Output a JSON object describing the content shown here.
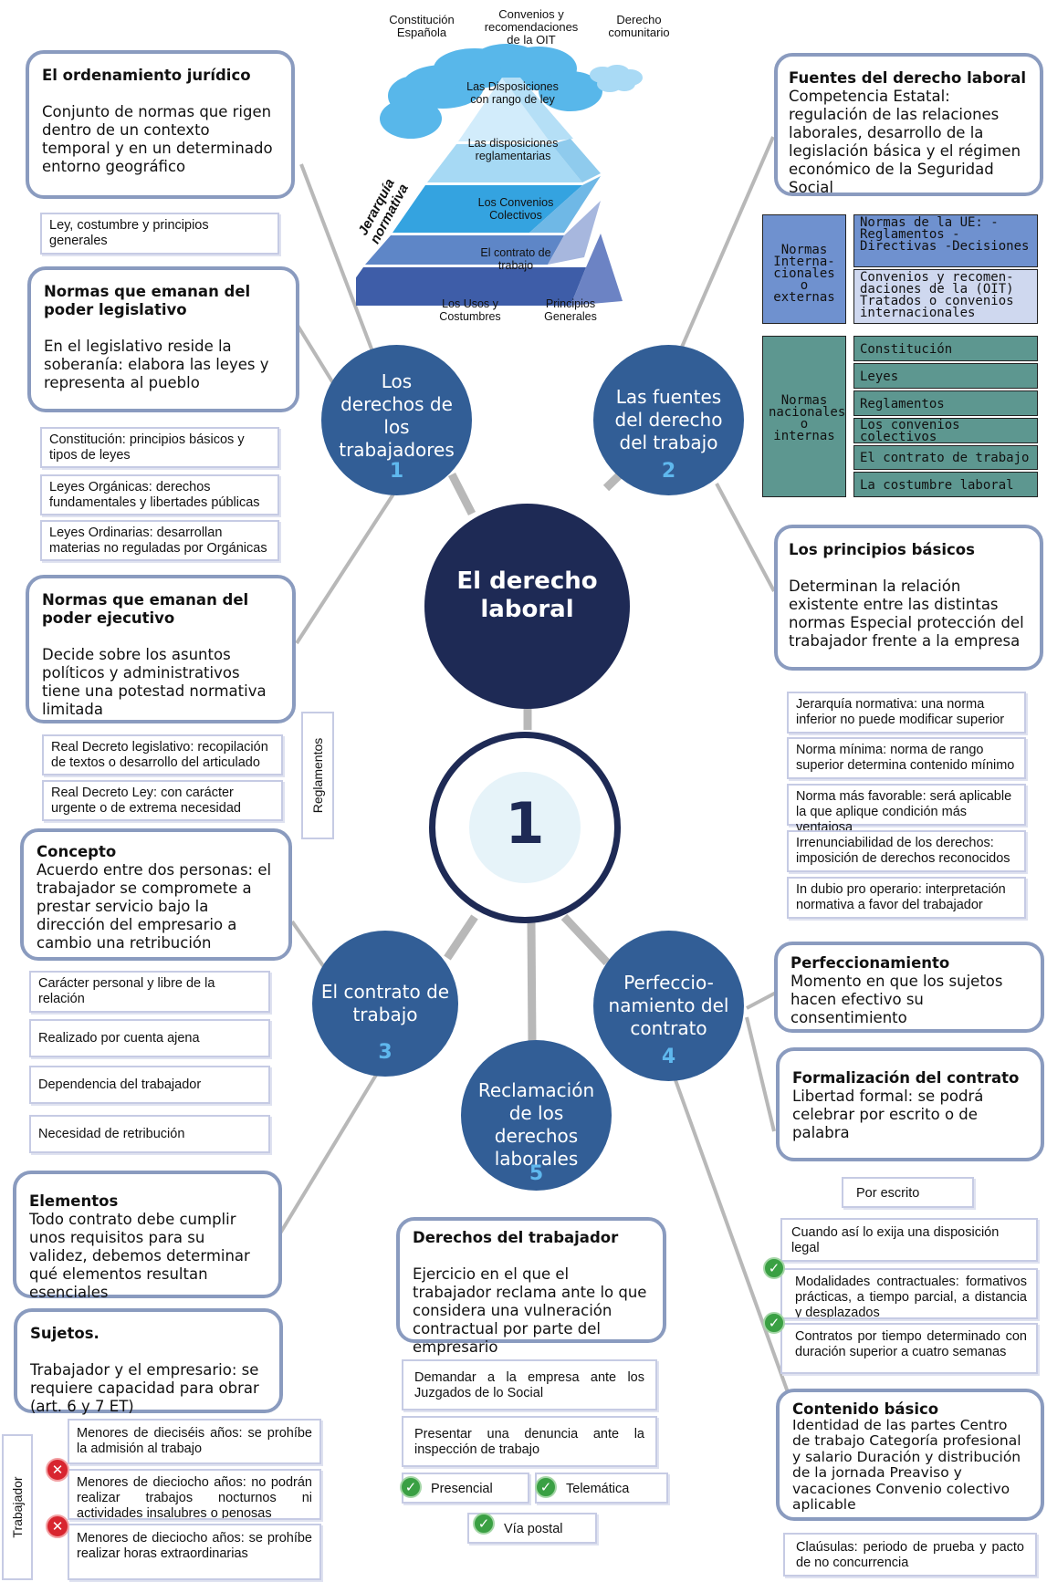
{
  "center": {
    "title": "El derecho laboral",
    "number": "1"
  },
  "hubs": {
    "h1": {
      "label": "Los derechos de los trabajadores",
      "num": "1"
    },
    "h2": {
      "label": "Las fuentes del derecho del trabajo",
      "num": "2"
    },
    "h3": {
      "label": "El contrato de trabajo",
      "num": "3"
    },
    "h4": {
      "label": "Perfeccio-namiento del contrato",
      "num": "4"
    },
    "h5": {
      "label": "Reclamación de los derechos laborales",
      "num": "5"
    }
  },
  "pyramid": {
    "side_label": "Jerarquía normativa",
    "clouds": [
      "Constitución Española",
      "Convenios y recomendaciones de la OIT",
      "Derecho comunitario"
    ],
    "levels": [
      "Las Disposiciones con rango de ley",
      "Las disposiciones reglamentarias",
      "Los Convenios Colectivos",
      "El contrato de trabajo",
      "Los Usos y Costumbres",
      "Principios Generales"
    ]
  },
  "left_top": {
    "ordenamiento": {
      "title": "El ordenamiento jurídico",
      "body": "Conjunto de normas que rigen dentro de un contexto temporal y en un determinado entorno geográfico"
    },
    "ley_box": "Ley, costumbre y principios generales",
    "legislativo": {
      "title": "Normas que emanan del poder legislativo",
      "body": "En el legislativo reside la soberanía: elabora las leyes y representa al pueblo"
    },
    "leg_boxes": [
      "Constitución: principios básicos y tipos de leyes",
      "Leyes Orgánicas: derechos fundamentales y libertades públicas",
      "Leyes Ordinarias: desarrollan materias no reguladas por Orgánicas"
    ],
    "ejecutivo": {
      "title": "Normas que emanan del poder ejecutivo",
      "body": "Decide sobre los asuntos políticos y administrativos tiene una potestad normativa limitada"
    },
    "ej_boxes": [
      "Real Decreto legislativo: recopilación de textos o desarrollo del articulado",
      "Real Decreto Ley: con carácter urgente o de extrema necesidad"
    ],
    "reglamentos": "Reglamentos"
  },
  "right_top": {
    "fuentes": {
      "title": "Fuentes del derecho laboral",
      "body": "Competencia Estatal: regulación de las relaciones laborales, desarrollo de la legislación básica y el régimen económico de la Seguridad Social"
    },
    "table": {
      "internacionales_label": "Normas Interna-cionales o externas",
      "ue": "Normas de la UE: -Reglamentos -Directivas -Decisiones",
      "oit": "Convenios y recomen-daciones de la (OIT) Tratados o convenios internacionales",
      "nacionales_label": "Normas nacionales o internas",
      "nacionales": [
        "Constitución",
        "Leyes",
        "Reglamentos",
        "Los convenios colectivos",
        "El contrato de trabajo",
        "La costumbre laboral"
      ]
    },
    "principios": {
      "title": "Los principios básicos",
      "body": "Determinan la relación existente entre las distintas normas Especial protección del trabajador frente a la empresa"
    },
    "principios_boxes": [
      "Jerarquía normativa: una norma inferior no puede modificar superior",
      "Norma mínima: norma de rango superior determina contenido mínimo",
      "Norma más favorable: será aplicable la que aplique condición más ventajosa",
      "Irrenunciabilidad de los derechos: imposición de derechos reconocidos",
      "In dubio pro operario: interpretación normativa a favor del trabajador"
    ]
  },
  "contrato": {
    "concepto": {
      "title": "Concepto",
      "body": "Acuerdo entre dos personas: el trabajador se compromete a prestar servicio bajo la dirección del empresario a cambio una retribución"
    },
    "boxes": [
      "Carácter personal y libre de la relación",
      "Realizado por cuenta ajena",
      "Dependencia del trabajador",
      "Necesidad de retribución"
    ],
    "elementos": {
      "title": "Elementos",
      "body": "Todo contrato debe cumplir unos requisitos para su validez, debemos determinar qué elementos resultan esenciales"
    },
    "sujetos": {
      "title": "Sujetos.",
      "body": "Trabajador y el empresario: se requiere capacidad para obrar  (art. 6 y 7 ET)"
    },
    "trabajador_label": "Trabajador",
    "trabajador_boxes": [
      "Menores de dieciséis años: se prohíbe la admisión al trabajo",
      "Menores de dieciocho años: no podrán realizar trabajos nocturnos ni actividades insalubres o penosas",
      "Menores de dieciocho años: se prohíbe realizar horas extraordinarias"
    ]
  },
  "reclamacion": {
    "derechos": {
      "title": "Derechos del trabajador",
      "body": "Ejercicio en el que el trabajador reclama ante lo que considera una vulneración contractual por parte del empresario"
    },
    "boxes": [
      "Demandar a la empresa ante los Juzgados de lo Social",
      "Presentar una denuncia ante la inspección de trabajo"
    ],
    "modes": [
      "Presencial",
      "Telemática",
      "Vía postal"
    ]
  },
  "perfeccionamiento": {
    "perf": {
      "title": "Perfeccionamiento",
      "body": "Momento en que los sujetos hacen efectivo su consentimiento"
    },
    "formal": {
      "title": "Formalización del contrato",
      "body": "Libertad formal: se podrá celebrar por escrito o de palabra"
    },
    "escrito": "Por escrito",
    "escrito_boxes": [
      "Cuando así lo exija una disposición legal",
      "Modalidades contractuales: formativos prácticas, a tiempo parcial, a distancia y desplazados",
      "Contratos por tiempo determinado con duración superior a cuatro semanas"
    ],
    "contenido": {
      "title": "Contenido básico",
      "body": "Identidad de las partes Centro de trabajo Categoría profesional y salario Duración y distribución de la jornada Preaviso y vacaciones Convenio colectivo aplicable"
    },
    "clausulas": "Claúsulas: periodo de prueba y pacto de no concurrencia"
  },
  "colors": {
    "hub": "#325e96",
    "center": "#1e2a55",
    "connector": "#b8b8b8",
    "card_border": "#8a9bbf",
    "table_blue": "#6f91cf",
    "table_teal": "#5d9790"
  }
}
